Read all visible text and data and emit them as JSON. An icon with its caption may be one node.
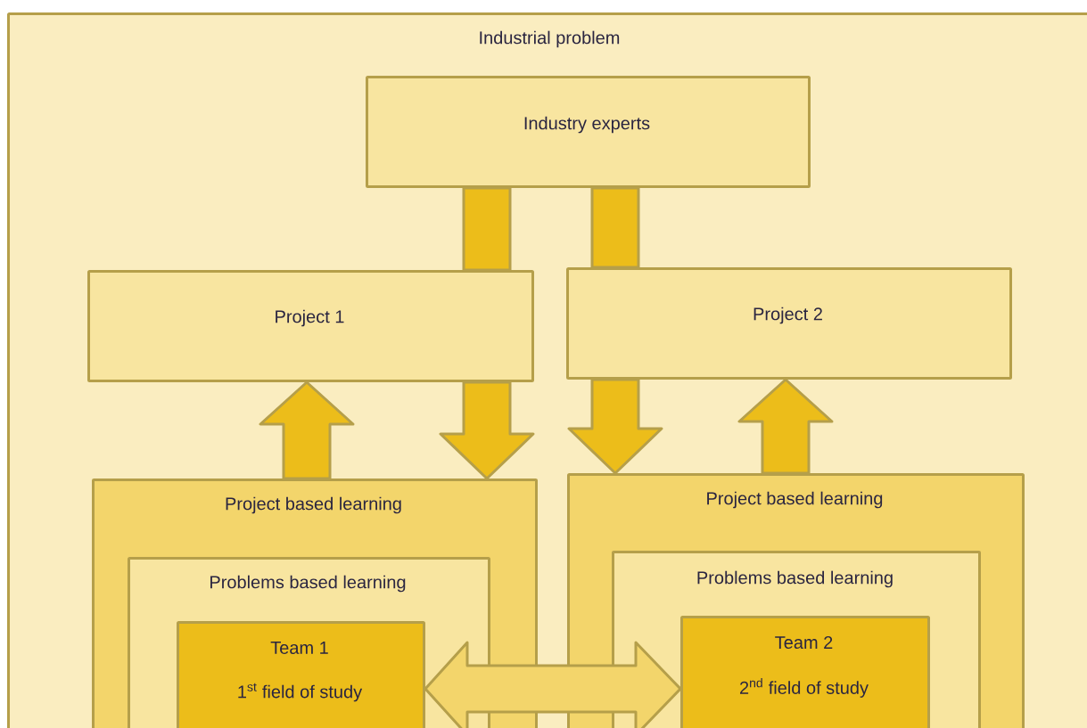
{
  "diagram": {
    "nodes": [
      {
        "text": [
          "Industrial problem"
        ]
      },
      {
        "text": [
          "Industry experts"
        ],
        "in": 0
      },
      {
        "text": [
          "Project 1"
        ],
        "in": 0
      },
      {
        "text": [
          "Project 2"
        ],
        "in": 0
      },
      {
        "text": [
          "Project based learning"
        ],
        "in": 0
      },
      {
        "text": [
          "Problems based learning"
        ],
        "in": 4
      },
      {
        "text": [
          "Team 1",
          "1$^{st}$ field of study"
        ],
        "in": 5
      },
      {
        "text": [
          "Project based learning"
        ],
        "in": 0
      },
      {
        "text": [
          "Problems based learning"
        ],
        "in": 7
      },
      {
        "text": [
          "Team 2",
          "2$^{nd}$ field of study"
        ],
        "in": 8
      }
    ],
    "edges": [
      {
        "from": 1,
        "to": 2,
        "arrow": "none"
      },
      {
        "from": 1,
        "to": 3,
        "arrow": "none"
      },
      {
        "from": 2,
        "to": 4,
        "arrow": "to"
      },
      {
        "from": 4,
        "to": 2,
        "arrow": "to"
      },
      {
        "from": 3,
        "to": 7,
        "arrow": "to"
      },
      {
        "from": 7,
        "to": 3,
        "arrow": "to"
      },
      {
        "from": 6,
        "to": 9,
        "arrow": "both",
        "color": "#f3d56b"
      }
    ]
  }
}
